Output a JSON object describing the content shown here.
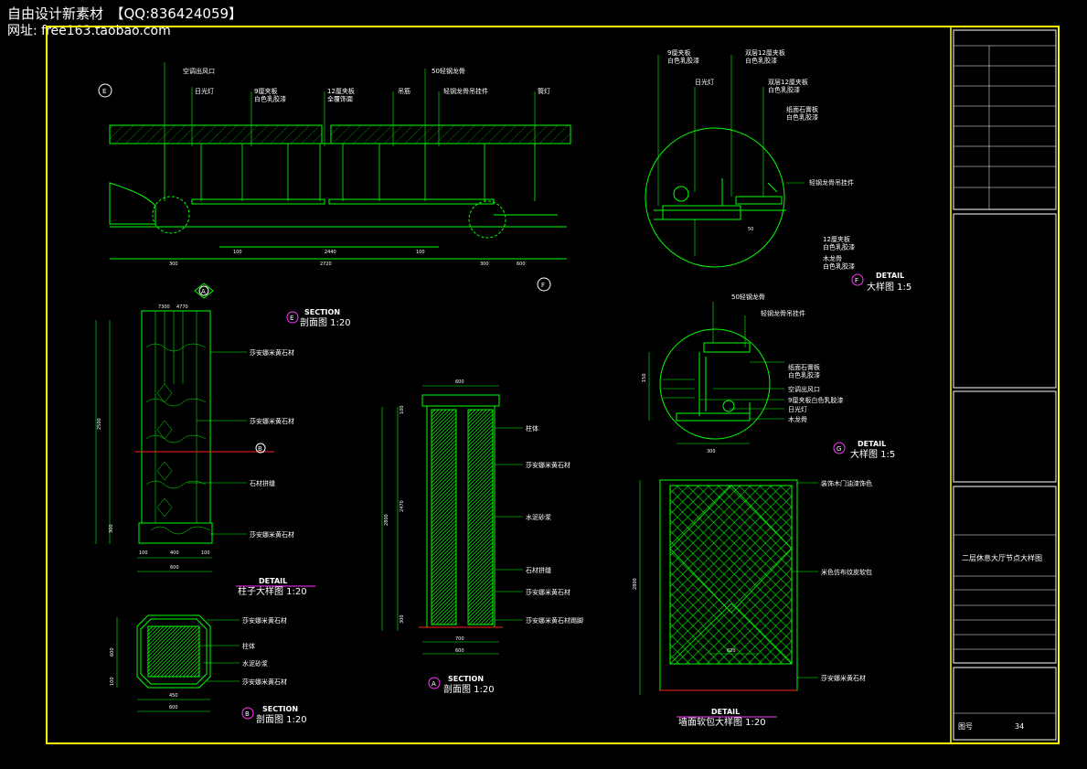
{
  "watermark": {
    "line1": "自由设计新素材　【QQ:836424059】",
    "line2": "网址: free163.taobao.com"
  },
  "drawings": {
    "top_section": {
      "labels": [
        "空调出风口",
        "日光灯",
        "9厘夹板\n白色乳胶漆",
        "12厘夹板\n全覆饰面",
        "吊筋",
        "50轻钢龙骨",
        "轻钢龙骨吊挂件",
        "筒灯"
      ],
      "markers": [
        "E",
        "F"
      ],
      "dims_top": [
        "100",
        "2440",
        "100"
      ],
      "dims_bottom": [
        "300",
        "2720",
        "300",
        "600"
      ]
    },
    "detail_f": {
      "labels": [
        "9厘夹板\n白色乳胶漆",
        "双层12厘夹板\n白色乳胶漆",
        "日光灯",
        "双层12厘夹板\n白色乳胶漆",
        "纸面石膏板\n白色乳胶漆",
        "轻钢龙骨吊挂件",
        "12厘夹板\n白色乳胶漆",
        "木龙骨\n白色乳胶漆"
      ],
      "dim": "50",
      "title_en": "DETAIL",
      "title_cn": "大样图 1:5",
      "marker": "F"
    },
    "section_e": {
      "title_en": "SECTION",
      "title_cn": "剖面图 1:20",
      "marker": "E"
    },
    "column_detail": {
      "labels": [
        "莎安娜米黄石材",
        "莎安娜米黄石材",
        "石材拼缝",
        "莎安娜米黄石材"
      ],
      "dims_top": [
        "7300",
        "4770"
      ],
      "dims_left": [
        "2500",
        "300"
      ],
      "dims_bottom": [
        "100",
        "400",
        "100",
        "600"
      ],
      "markers": [
        "A",
        "B"
      ],
      "title_en": "DETAIL",
      "title_cn": "柱子大样图 1:20"
    },
    "section_a": {
      "labels": [
        "柱体",
        "莎安娜米黄石材",
        "水泥砂浆",
        "石材拼缝",
        "莎安娜米黄石材",
        "莎安娜米黄石材踢脚"
      ],
      "dims_top": [
        "600"
      ],
      "dims_left": [
        "2800",
        "2470",
        "100",
        "300"
      ],
      "dims_bottom": [
        "700",
        "600"
      ],
      "marker": "A",
      "title_en": "SECTION",
      "title_cn": "剖面图 1:20"
    },
    "section_b": {
      "labels": [
        "莎安娜米黄石材",
        "柱体",
        "水泥砂浆",
        "莎安娜米黄石材"
      ],
      "dims_left": [
        "600",
        "100"
      ],
      "dims_bottom": [
        "450",
        "600"
      ],
      "marker": "B",
      "title_en": "SECTION",
      "title_cn": "剖面图 1:20"
    },
    "detail_g": {
      "labels": [
        "50轻钢龙骨",
        "轻钢龙骨吊挂件",
        "纸面石膏板\n白色乳胶漆",
        "空调出风口",
        "9厘夹板白色乳胶漆",
        "日光灯",
        "木龙骨"
      ],
      "dims": [
        "150",
        "300"
      ],
      "marker": "G",
      "title_en": "DETAIL",
      "title_cn": "大样图 1:5"
    },
    "wall_panel": {
      "labels": [
        "装饰木门油漆饰色",
        "米色仿布纹皮软包",
        "莎安娜米黄石材"
      ],
      "dims": [
        "2800",
        "620"
      ],
      "title_en": "DETAIL",
      "title_cn": "墙面软包大样图 1:20"
    }
  },
  "title_block": {
    "drawing_title": "二层休息大厅节点大样图",
    "sheet_label": "图号",
    "sheet_number": "34"
  },
  "colors": {
    "line_green": "#00ff00",
    "text_white": "#ffffff",
    "frame_yellow": "#ffff00",
    "accent_magenta": "#ff33ff",
    "accent_red": "#ff2020"
  }
}
